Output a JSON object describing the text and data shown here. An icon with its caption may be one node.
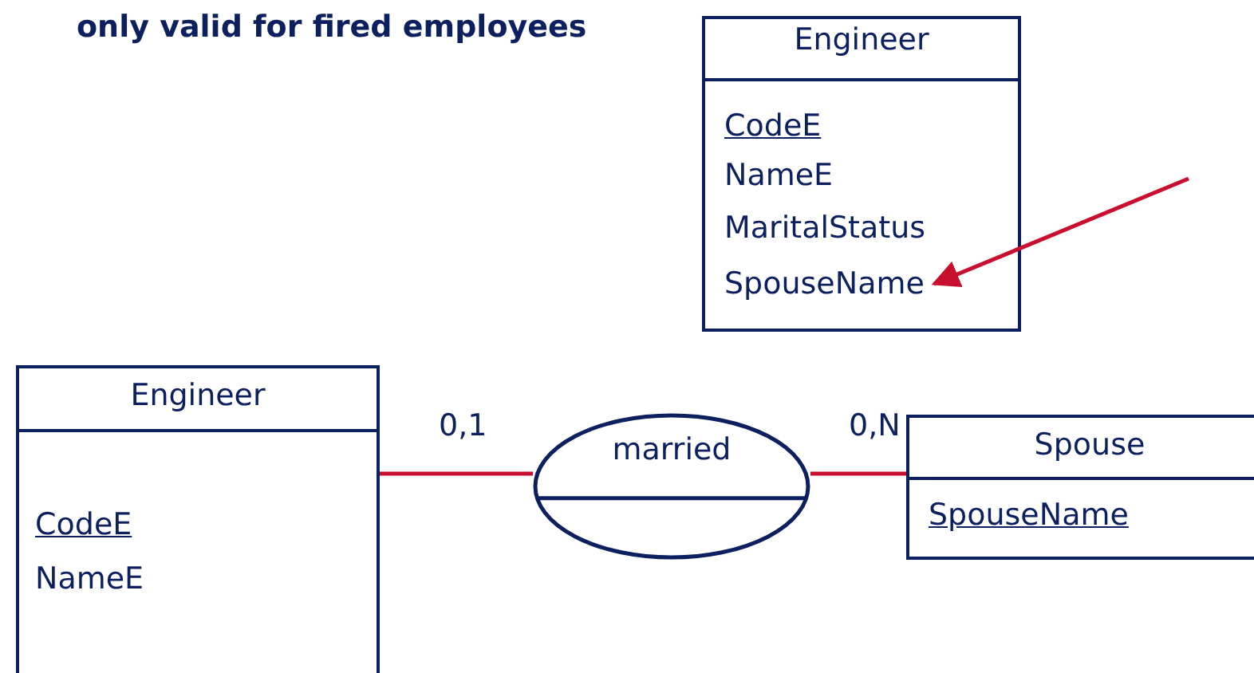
{
  "diagram": {
    "nodes": [
      {
        "text": [
          "Engineer",
          "CodeE",
          "NameE",
          "MaritalStatus"
        ]
      },
      {
        "text": [
          "SpouseName"
        ],
        "in": 0
      },
      {
        "text": [
          "Engineer",
          "CodeE",
          "NameE"
        ]
      },
      {
        "text": [
          "married"
        ]
      },
      {
        "text": [
          "Spouse",
          "SpouseName"
        ]
      }
    ],
    "edges": [
      {
        "from": null,
        "to": 1,
        "arrow": "to"
      },
      {
        "from": 2,
        "to": 3,
        "arrow": "none",
        "label": "0,1"
      },
      {
        "from": 3,
        "to": 4,
        "arrow": "none",
        "label": "0,N"
      }
    ],
    "labels": [
      "only valid for fired employees"
    ]
  }
}
